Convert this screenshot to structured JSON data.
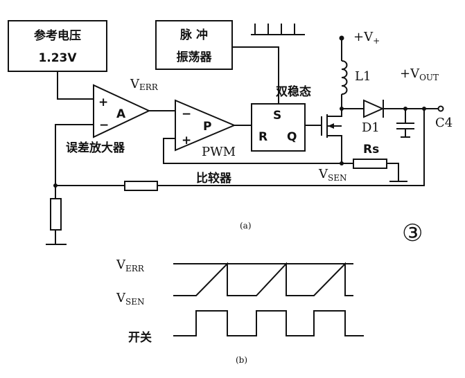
{
  "labels": {
    "ref_line1": "参考电压",
    "ref_line2": "1.23V",
    "osc_line1": "脉  冲",
    "osc_line2": "振荡器",
    "plus_v_prefix": "+V",
    "plus_v_sub": "+",
    "l1": "L1",
    "vout_prefix": "+V",
    "vout_sub": "OUT",
    "verr_prefix": "V",
    "verr_sub": "ERR",
    "bistable": "双稳态",
    "amp_plus": "+",
    "amp_minus": "−",
    "amp_letter": "A",
    "err_amp": "误差放大器",
    "cmp_minus": "−",
    "cmp_plus": "+",
    "cmp_letter": "P",
    "pwm": "PWM",
    "comparator": "比较器",
    "ff_s": "S",
    "ff_r": "R",
    "ff_q": "Q",
    "d1": "D1",
    "c4": "C4",
    "rs": "Rs",
    "vsen_prefix": "V",
    "vsen_sub": "SEN",
    "caption_a": "(a)",
    "circle_num": "③",
    "wave_verr_prefix": "V",
    "wave_verr_sub": "ERR",
    "wave_vsen_prefix": "V",
    "wave_vsen_sub": "SEN",
    "wave_switch": "开关",
    "caption_b": "(b)"
  }
}
